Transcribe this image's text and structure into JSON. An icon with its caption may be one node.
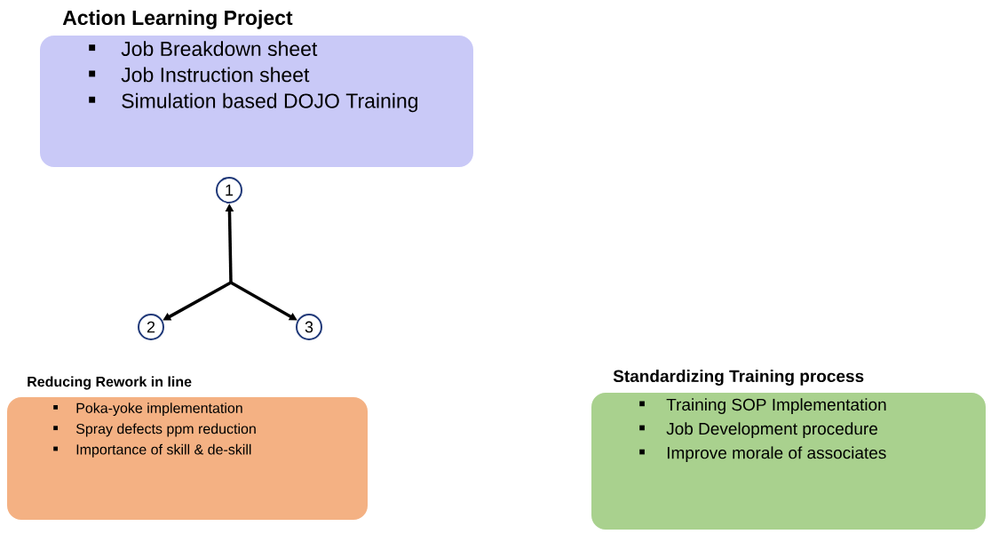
{
  "diagram": {
    "nodes": [
      {
        "text": [
          "Action Learning Project",
          "Job Breakdown sheet",
          "Job Instruction sheet",
          "Simulation based DOJO Training"
        ]
      },
      {
        "text": [
          "1"
        ]
      },
      {
        "text": [
          "2"
        ]
      },
      {
        "text": [
          "3"
        ]
      },
      {
        "text": [
          "Reducing Rework in line",
          "Poka-yoke implementation",
          "Spray defects ppm reduction",
          "Importance of skill & de-skill"
        ]
      },
      {
        "text": [
          "Standardizing Training process",
          "Training SOP Implementation",
          "Job Development procedure",
          "Improve morale of associates"
        ]
      }
    ],
    "edges": [
      {
        "from": null,
        "to": 1,
        "arrow": "to"
      },
      {
        "from": null,
        "to": 2,
        "arrow": "to"
      },
      {
        "from": null,
        "to": 3,
        "arrow": "to"
      }
    ]
  }
}
